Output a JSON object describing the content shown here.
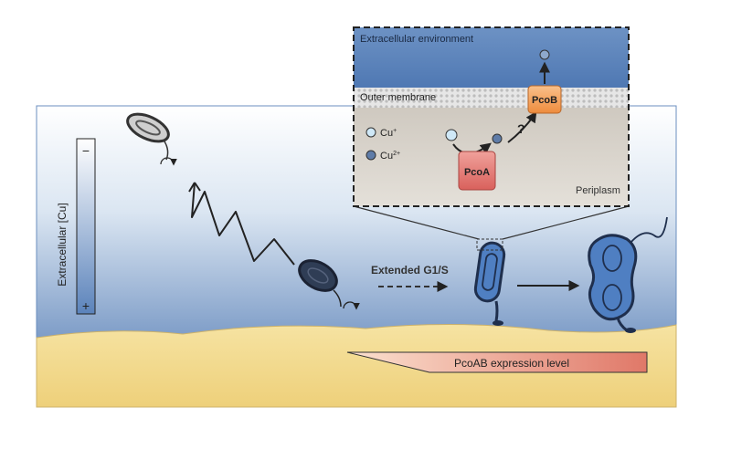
{
  "inset": {
    "environment_label": "Extracellular environment",
    "membrane_label": "Outer membrane",
    "periplasm_label": "Periplasm",
    "legend_cu1": "Cu",
    "legend_cu1_sup": "+",
    "legend_cu2": "Cu",
    "legend_cu2_sup": "2+",
    "question_mark": "?",
    "protein_a": "PcoA",
    "protein_b": "PcoB"
  },
  "gradient_bar": {
    "label": "Extracellular [Cu]",
    "minus": "−",
    "plus": "+"
  },
  "process": {
    "extended_label": "Extended G1/S"
  },
  "expression": {
    "label": "PcoAB expression level"
  },
  "colors": {
    "water_top": "#ffffff",
    "water_bottom": "#4a74b0",
    "sediment": "#f3dc8f",
    "membrane": "#d8d8d8",
    "periplasm": "#d9d4cc",
    "pcoa": "#e8817c",
    "pcob": "#f4a65c",
    "cell_blue": "#3f6fb5",
    "cell_dark": "#2f3d55",
    "cell_grey": "#9a9a9a"
  }
}
